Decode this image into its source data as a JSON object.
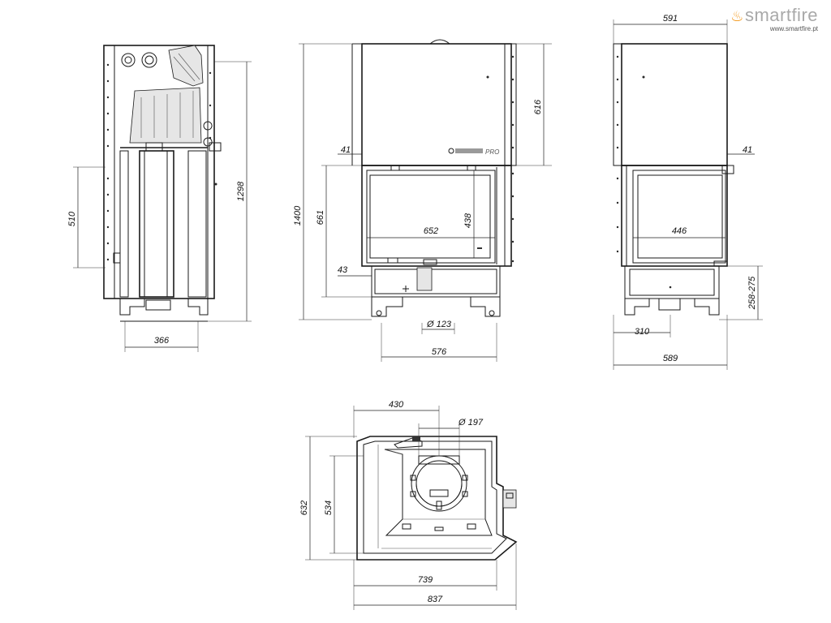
{
  "brand": {
    "name": "smartfire",
    "website": "www.smartfire.pt",
    "product_badge": "PRO"
  },
  "dimensions": {
    "side_width": "366",
    "side_opening_height": "510",
    "side_total_height": "1298",
    "front_total_height": "1400",
    "front_glass_height": "661",
    "front_top_height": "616",
    "front_offset_left": "41",
    "front_base_offset": "43",
    "front_door_width": "652",
    "front_door_height": "438",
    "front_flue_diameter": "Ø 123",
    "front_base_width": "576",
    "right_top_width": "591",
    "right_offset": "41",
    "right_door_width": "446",
    "right_inlet_range": "258-275",
    "right_inlet_offset": "310",
    "right_base_width": "589",
    "plan_flue_offset": "430",
    "plan_flue_diameter": "Ø 197",
    "plan_depth_total": "632",
    "plan_depth_inner": "534",
    "plan_width_inner": "739",
    "plan_width_total": "837"
  }
}
